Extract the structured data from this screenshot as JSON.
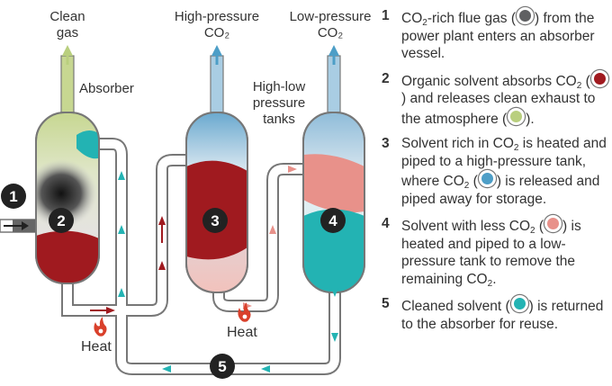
{
  "labels": {
    "clean_gas_1": "Clean",
    "clean_gas_2": "gas",
    "absorber": "Absorber",
    "high_pressure_1": "High-pressure",
    "high_pressure_2": "CO₂",
    "low_pressure_1": "Low-pressure",
    "low_pressure_2": "CO₂",
    "tanks_1": "High-low",
    "tanks_2": "pressure",
    "tanks_3": "tanks",
    "heat_left": "Heat",
    "heat_right": "Heat"
  },
  "badges": [
    "1",
    "2",
    "3",
    "4",
    "5"
  ],
  "colors": {
    "flue_gas": "#5f6062",
    "solvent_rich": "#a01a1f",
    "clean_exhaust": "#b9cf7e",
    "co2_high": "#4d9ec7",
    "solvent_less": "#e8918a",
    "cleaned_solvent": "#23b3b3",
    "heat": "#d9402b"
  },
  "steps": [
    {
      "num": "1",
      "a": "CO",
      "sub": "2",
      "b": "-rich flue gas (",
      "dot": "flue_gas",
      "c": ") from the power plant enters an absorber vessel."
    },
    {
      "num": "2",
      "a": "Organic solvent absorbs CO",
      "sub": "2",
      "b": " (",
      "dot": "solvent_rich",
      "c": ") and releases clean exhaust to the atmosphere (",
      "dot2": "clean_exhaust",
      "d": ")."
    },
    {
      "num": "3",
      "a": "Solvent rich in CO",
      "sub": "2",
      "b": " is heated and piped to a high-pressure tank, where CO",
      "sub2": "2",
      "c": " (",
      "dot": "co2_high",
      "d": ") is released and piped away for storage."
    },
    {
      "num": "4",
      "a": "Solvent with less CO",
      "sub": "2",
      "b": " (",
      "dot": "solvent_less",
      "c": ") is heated and piped to a low-pressure tank to remove the remaining CO",
      "sub2": "2",
      "d": "."
    },
    {
      "num": "5",
      "a": "Cleaned solvent (",
      "dot": "cleaned_solvent",
      "b": ") is returned to the absorber for reuse."
    }
  ]
}
